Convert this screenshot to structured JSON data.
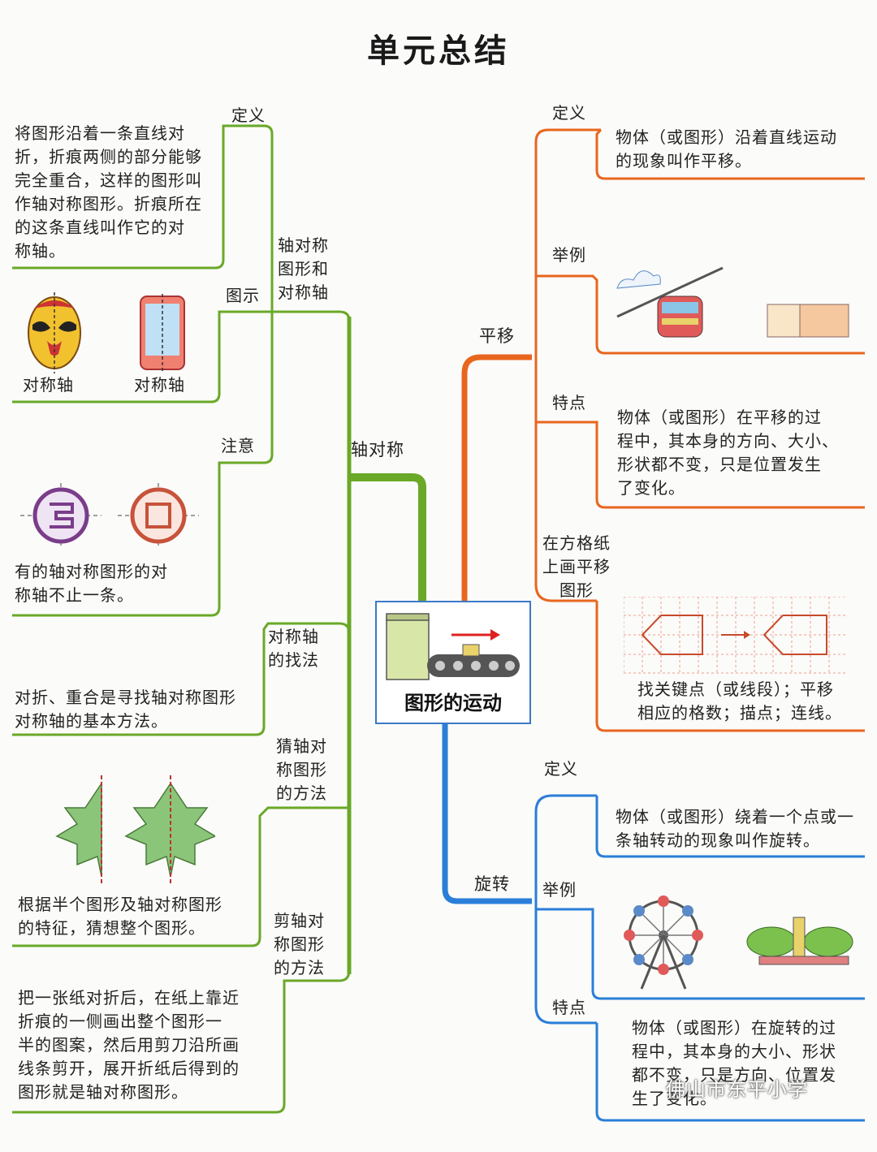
{
  "title": "单元总结",
  "center": "图形的运动",
  "colors": {
    "green": "#6aa828",
    "orange": "#e8661e",
    "blue": "#2a7ed8"
  },
  "left": {
    "branch": "轴对称",
    "sub1": {
      "label": "轴对称\n图形和\n对称轴",
      "definition": {
        "label": "定义",
        "text": "将图形沿着一条直线对\n折，折痕两侧的部分能够\n完全重合，这样的图形叫\n作轴对称图形。折痕所在\n的这条直线叫作它的对\n称轴。"
      },
      "illustration": {
        "label": "图示",
        "caption_mask": "对称轴",
        "caption_phone": "对称轴"
      },
      "note": {
        "label": "注意",
        "text": "有的轴对称图形的对\n称轴不止一条。"
      }
    },
    "sub2": {
      "label": "对称轴\n的找法",
      "text": "对折、重合是寻找轴对称图形\n对称轴的基本方法。"
    },
    "sub3": {
      "label": "猜轴对\n称图形\n的方法",
      "text": "根据半个图形及轴对称图形\n的特征，猜想整个图形。"
    },
    "sub4": {
      "label": "剪轴对\n称图形\n的方法",
      "text": "把一张纸对折后，在纸上靠近\n折痕的一侧画出整个图形一\n半的图案，然后用剪刀沿所画\n线条剪开，展开折纸后得到的\n图形就是轴对称图形。"
    }
  },
  "translation": {
    "branch": "平移",
    "definition": {
      "label": "定义",
      "text": "物体（或图形）沿着直线运动\n的现象叫作平移。"
    },
    "example": {
      "label": "举例"
    },
    "feature": {
      "label": "特点",
      "text": "物体（或图形）在平移的过\n程中，其本身的方向、大小、\n形状都不变，只是位置发生\n了变化。"
    },
    "grid": {
      "label": "在方格纸\n上画平移\n图形",
      "text": "找关键点（或线段）；平移\n相应的格数；描点；连线。"
    }
  },
  "rotation": {
    "branch": "旋转",
    "definition": {
      "label": "定义",
      "text": "物体（或图形）绕着一个点或一\n条轴转动的现象叫作旋转。"
    },
    "example": {
      "label": "举例"
    },
    "feature": {
      "label": "特点",
      "text": "物体（或图形）在旋转的过\n程中，其本身的大小、形状\n都不变，只是方向、位置发\n生了变化。"
    }
  },
  "watermark": "佛山市东平小学"
}
